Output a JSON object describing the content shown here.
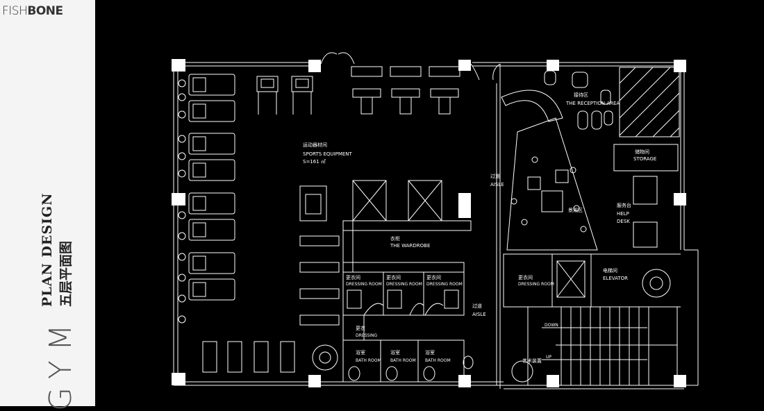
{
  "brand": {
    "logo_light": "FISH",
    "logo_bold": "BONE"
  },
  "sidebar": {
    "title_en": "PLAN DESIGN",
    "title_cn": "五层平面图",
    "gym_label": "GYM"
  },
  "plan": {
    "sports_equipment": {
      "cn": "运动器材间",
      "en": "SPORTS EQUIPMENT",
      "area": "S=161 ㎡"
    },
    "reception": {
      "cn": "接待区",
      "en": "THE RECEPTION AREA"
    },
    "storage": {
      "cn": "储物间",
      "en": "STORAGE"
    },
    "help_desk": {
      "cn": "服务台",
      "en1": "HELP",
      "en2": "DESK"
    },
    "aisle_upper": {
      "cn": "过道",
      "en": "AISLE"
    },
    "aisle_lower": {
      "cn": "过道",
      "en": "AISLE"
    },
    "wardrobe": {
      "cn": "衣柜",
      "en": "THE WARDROBE"
    },
    "dressing_rooms": [
      {
        "cn": "更衣间",
        "en": "DRESSING ROOM"
      },
      {
        "cn": "更衣间",
        "en": "DRESSING ROOM"
      },
      {
        "cn": "更衣间",
        "en": "DRESSING ROOM"
      }
    ],
    "dressing_right": {
      "cn": "更衣间",
      "en": "DRESSING ROOM"
    },
    "dressing_small": {
      "cn": "更衣",
      "en": "DRESSING"
    },
    "bath_rooms": [
      {
        "cn": "浴室",
        "en": "BATH ROOM"
      },
      {
        "cn": "浴室",
        "en": "BATH ROOM"
      },
      {
        "cn": "浴室",
        "en": "BATH ROOM"
      }
    ],
    "elevator": {
      "cn": "电梯间",
      "en": "ELEVATOR"
    },
    "landscape": {
      "cn": "景观区"
    },
    "art_installation": {
      "cn": "艺术装置"
    },
    "stairs": {
      "down": "DOWN",
      "up": "UP"
    }
  }
}
